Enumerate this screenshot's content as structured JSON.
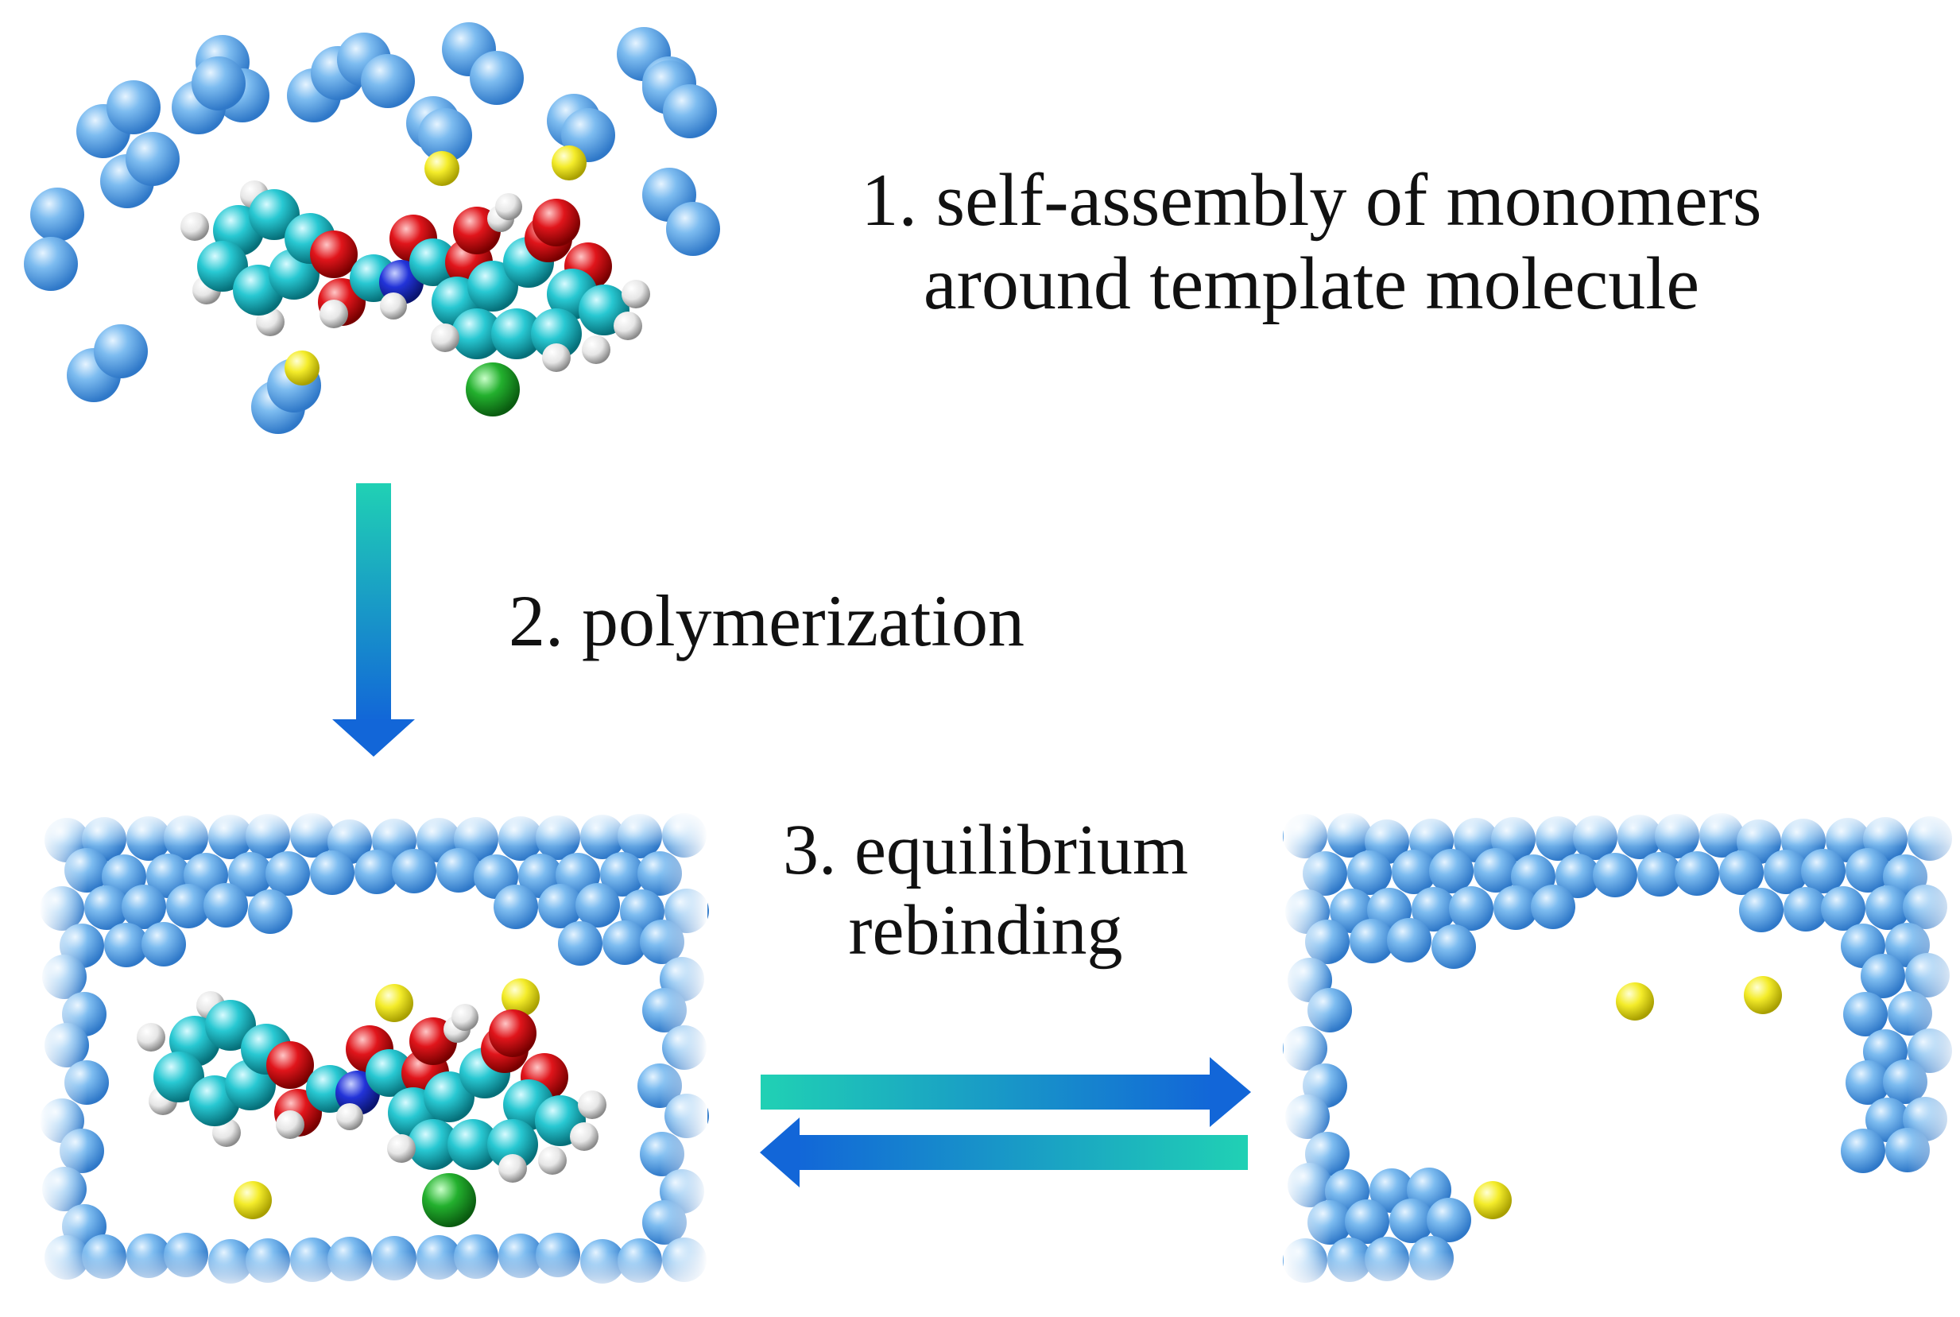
{
  "steps": {
    "step1_line1": "1. self-assembly of monomers",
    "step1_line2": "around template molecule",
    "step2": "2. polymerization",
    "step3_line1": "3. equilibrium",
    "step3_line2": "rebinding"
  },
  "colors": {
    "monomer": "#6fb3ec",
    "functional_group": "#f2ea2a",
    "carbon": "#27c6cf",
    "oxygen": "#e0151b",
    "nitrogen": "#2233d8",
    "hydrogen": "#ececec",
    "chlorine": "#23b02e",
    "arrow_start": "#20d1b4",
    "arrow_end": "#1266d8"
  }
}
